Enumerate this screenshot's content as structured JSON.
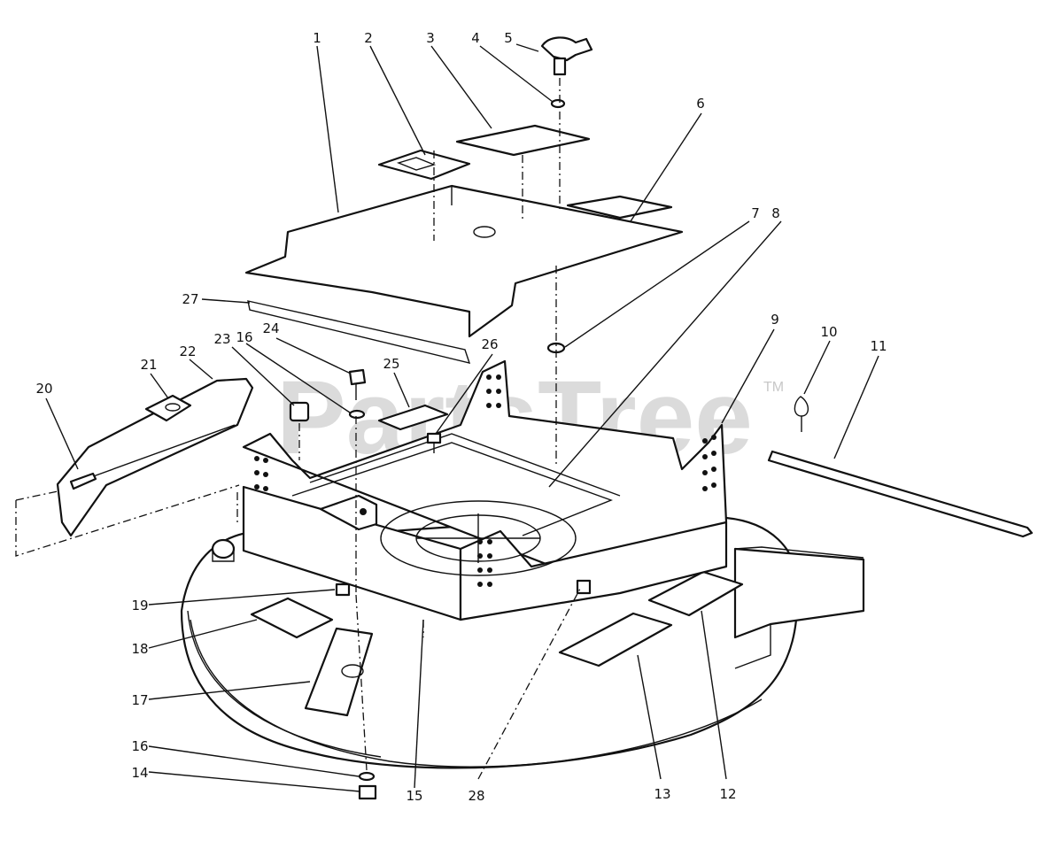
{
  "watermark": {
    "text": "PartsTree",
    "trademark": "TM"
  },
  "callouts": [
    {
      "id": "c1",
      "label": "1"
    },
    {
      "id": "c2",
      "label": "2"
    },
    {
      "id": "c3",
      "label": "3"
    },
    {
      "id": "c4",
      "label": "4"
    },
    {
      "id": "c5",
      "label": "5"
    },
    {
      "id": "c6",
      "label": "6"
    },
    {
      "id": "c7",
      "label": "7"
    },
    {
      "id": "c8",
      "label": "8"
    },
    {
      "id": "c9",
      "label": "9"
    },
    {
      "id": "c10",
      "label": "10"
    },
    {
      "id": "c11",
      "label": "11"
    },
    {
      "id": "c27",
      "label": "27"
    },
    {
      "id": "c24",
      "label": "24"
    },
    {
      "id": "c26",
      "label": "26"
    },
    {
      "id": "c23",
      "label": "23"
    },
    {
      "id": "c16a",
      "label": "16"
    },
    {
      "id": "c25",
      "label": "25"
    },
    {
      "id": "c21",
      "label": "21"
    },
    {
      "id": "c22",
      "label": "22"
    },
    {
      "id": "c20",
      "label": "20"
    },
    {
      "id": "c19",
      "label": "19"
    },
    {
      "id": "c18",
      "label": "18"
    },
    {
      "id": "c17",
      "label": "17"
    },
    {
      "id": "c16b",
      "label": "16"
    },
    {
      "id": "c14",
      "label": "14"
    },
    {
      "id": "c15",
      "label": "15"
    },
    {
      "id": "c28",
      "label": "28"
    },
    {
      "id": "c13",
      "label": "13"
    },
    {
      "id": "c12",
      "label": "12"
    }
  ]
}
